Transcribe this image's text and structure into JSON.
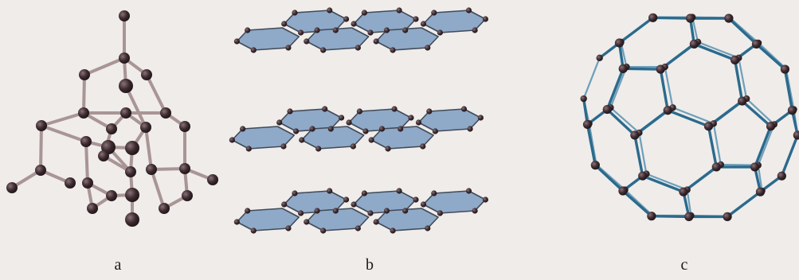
{
  "labels": {
    "a": "a",
    "b": "b",
    "c": "c"
  },
  "colors": {
    "background": "#efecea",
    "atom": "#3a2a2e",
    "atom_highlight": "#7a6268",
    "diamond_bond": "#a99595",
    "graphite_fill": "#8fa9c8",
    "graphite_edge": "#404a58",
    "fullerene_bond": "#2b6a8c"
  },
  "icons": {
    "a": "diamond-lattice-icon",
    "b": "graphite-layers-icon",
    "c": "fullerene-c60-icon"
  }
}
